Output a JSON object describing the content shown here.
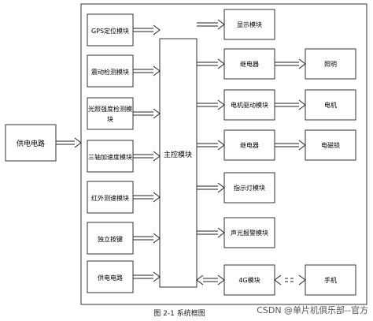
{
  "diagram": {
    "left_input": {
      "label": "供电电路"
    },
    "left_modules": [
      {
        "label": "GPS定位模块"
      },
      {
        "label": "震动检测模块"
      },
      {
        "label": "光照强度检测模块"
      },
      {
        "label": "三轴加速度模块"
      },
      {
        "label": "红外测速模块"
      },
      {
        "label": "独立按键"
      },
      {
        "label": "供电电路"
      }
    ],
    "center": {
      "label": "主控模块"
    },
    "right_modules": [
      {
        "label": "显示模块"
      },
      {
        "label": "继电器"
      },
      {
        "label": "电机驱动模块"
      },
      {
        "label": "继电器"
      },
      {
        "label": "指示灯模块"
      },
      {
        "label": "声光报警模块"
      },
      {
        "label": "4G模块"
      }
    ],
    "outputs": [
      {
        "label": "照明"
      },
      {
        "label": "电机"
      },
      {
        "label": "电磁锁"
      },
      {
        "label": "手机"
      }
    ]
  },
  "caption": "图 2-1 系统框图",
  "watermark": "CSDN @单片机俱乐部--官方"
}
